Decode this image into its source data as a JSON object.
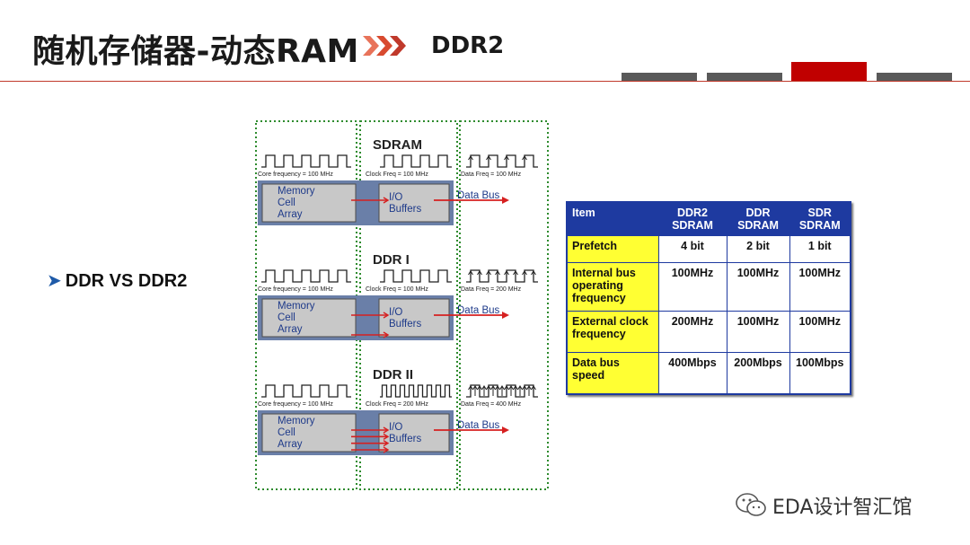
{
  "header": {
    "title": "随机存储器-动态RAM",
    "subtitle": "DDR2",
    "accent_color": "#c0392b",
    "segment_colors": [
      "#595959",
      "#595959",
      "#c00000",
      "#595959"
    ]
  },
  "bullet": {
    "marker": "➤",
    "text": "DDR VS DDR2"
  },
  "diagram": {
    "sections": [
      {
        "title": "SDRAM",
        "core_freq": "Core frequency = 100 MHz",
        "clock_freq": "Clock Freq = 100 MHz",
        "data_freq": "Data Freq = 100 MHz",
        "memory_label": [
          "Memory",
          "Cell",
          "Array"
        ],
        "io_label": [
          "I/O",
          "Buffers"
        ],
        "bus_label": "Data Bus"
      },
      {
        "title": "DDR I",
        "core_freq": "Core frequency = 100 MHz",
        "clock_freq": "Clock Freq = 100 MHz",
        "data_freq": "Data Freq = 200 MHz",
        "memory_label": [
          "Memory",
          "Cell",
          "Array"
        ],
        "io_label": [
          "I/O",
          "Buffers"
        ],
        "bus_label": "Data Bus"
      },
      {
        "title": "DDR II",
        "core_freq": "Core frequency = 100 MHz",
        "clock_freq": "Clock Freq = 200 MHz",
        "data_freq": "Data Freq = 400 MHz",
        "memory_label": [
          "Memory",
          "Cell",
          "Array"
        ],
        "io_label": [
          "I/O",
          "Buffers"
        ],
        "bus_label": "Data Bus"
      }
    ]
  },
  "table": {
    "headers": [
      [
        "Item"
      ],
      [
        "DDR2",
        "SDRAM"
      ],
      [
        "DDR",
        "SDRAM"
      ],
      [
        "SDR",
        "SDRAM"
      ]
    ],
    "rows": [
      {
        "label": [
          "Prefetch"
        ],
        "values": [
          "4 bit",
          "2 bit",
          "1 bit"
        ]
      },
      {
        "label": [
          "Internal bus",
          "operating",
          "frequency"
        ],
        "values": [
          "100MHz",
          "100MHz",
          "100MHz"
        ]
      },
      {
        "label": [
          "External clock",
          "frequency"
        ],
        "values": [
          "200MHz",
          "100MHz",
          "100MHz"
        ]
      },
      {
        "label": [
          "Data bus",
          "speed"
        ],
        "values": [
          "400Mbps",
          "200Mbps",
          "100Mbps"
        ]
      }
    ]
  },
  "watermark": {
    "text": "EDA设计智汇馆",
    "icon": "wechat-icon"
  }
}
